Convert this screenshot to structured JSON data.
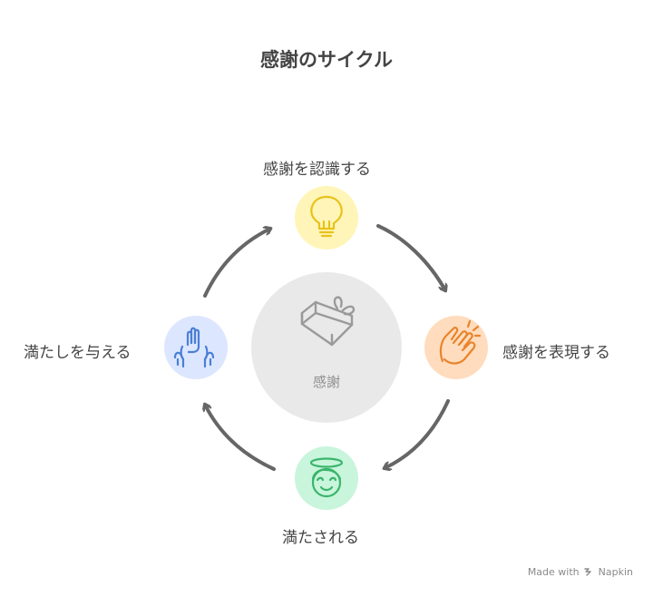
{
  "title": "感謝のサイクル",
  "center": {
    "label": "感謝",
    "icon": "gift-heart-icon"
  },
  "stages": [
    {
      "label": "感謝を認識する",
      "icon": "lightbulb-icon",
      "color": "#fff5b8",
      "stroke": "#e8c21a"
    },
    {
      "label": "感謝を表現する",
      "icon": "clapping-hands-icon",
      "color": "#ffdcbd",
      "stroke": "#e8842d"
    },
    {
      "label": "満たされる",
      "icon": "angel-face-icon",
      "color": "#c8f5dc",
      "stroke": "#3bb56b"
    },
    {
      "label": "満たしを与える",
      "icon": "raised-hands-icon",
      "color": "#dce6ff",
      "stroke": "#4a7fd4"
    }
  ],
  "credit": {
    "made_with": "Made with",
    "brand": "Napkin"
  }
}
